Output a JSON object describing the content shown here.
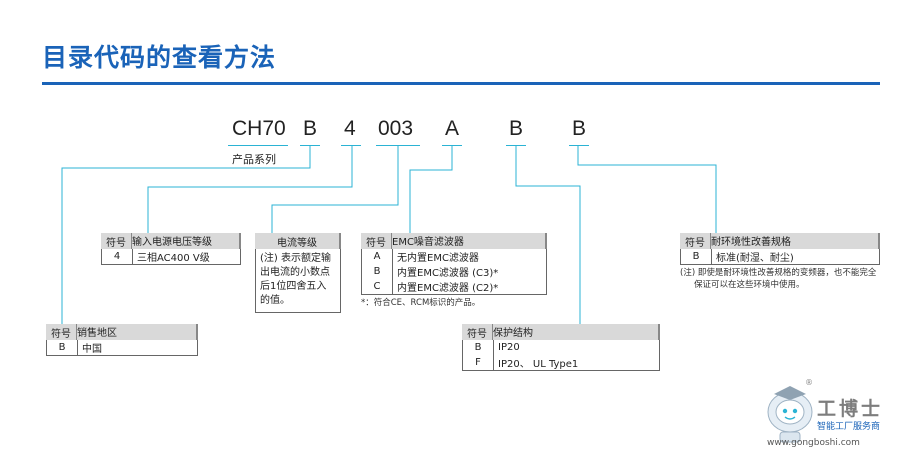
{
  "title": "目录代码的查看方法",
  "model_code": {
    "segments": [
      "CH70",
      "B",
      "4",
      "003",
      "A",
      "B",
      "B"
    ],
    "series_label": "产品系列"
  },
  "tables": {
    "voltage": {
      "headers": [
        "符号",
        "输入电源电压等级"
      ],
      "rows": [
        [
          "4",
          "三相AC400 V级"
        ]
      ]
    },
    "current": {
      "header": "电流等级",
      "note": "(注) 表示额定输出电流的小数点后1位四舍五入的值。"
    },
    "emc": {
      "headers": [
        "符号",
        "EMC噪音滤波器"
      ],
      "rows": [
        [
          "A",
          "无内置EMC滤波器"
        ],
        [
          "B",
          "内置EMC滤波器 (C3)*"
        ],
        [
          "C",
          "内置EMC滤波器 (C2)*"
        ]
      ],
      "note": "*：符合CE、RCM标识的产品。"
    },
    "environment": {
      "headers": [
        "符号",
        "耐环境性改善规格"
      ],
      "rows": [
        [
          "B",
          "标准(耐湿、耐尘)"
        ]
      ],
      "note_line1": "(注) 即使是耐环境性改善规格的变频器，也不能完全",
      "note_line2": "保证可以在这些环境中使用。"
    },
    "region": {
      "headers": [
        "符号",
        "销售地区"
      ],
      "rows": [
        [
          "B",
          "中国"
        ]
      ]
    },
    "protection": {
      "headers": [
        "符号",
        "保护结构"
      ],
      "rows": [
        [
          "B",
          "IP20"
        ],
        [
          "F",
          "IP20、 UL Type1"
        ]
      ]
    }
  },
  "watermark": {
    "name": "工博士",
    "tagline": "智能工厂服务商",
    "url": "www.gongboshi.com",
    "reg": "®"
  },
  "colors": {
    "title": "#1a63b8",
    "connector": "#2bb3d4",
    "header_bg": "#d9d9d9"
  }
}
